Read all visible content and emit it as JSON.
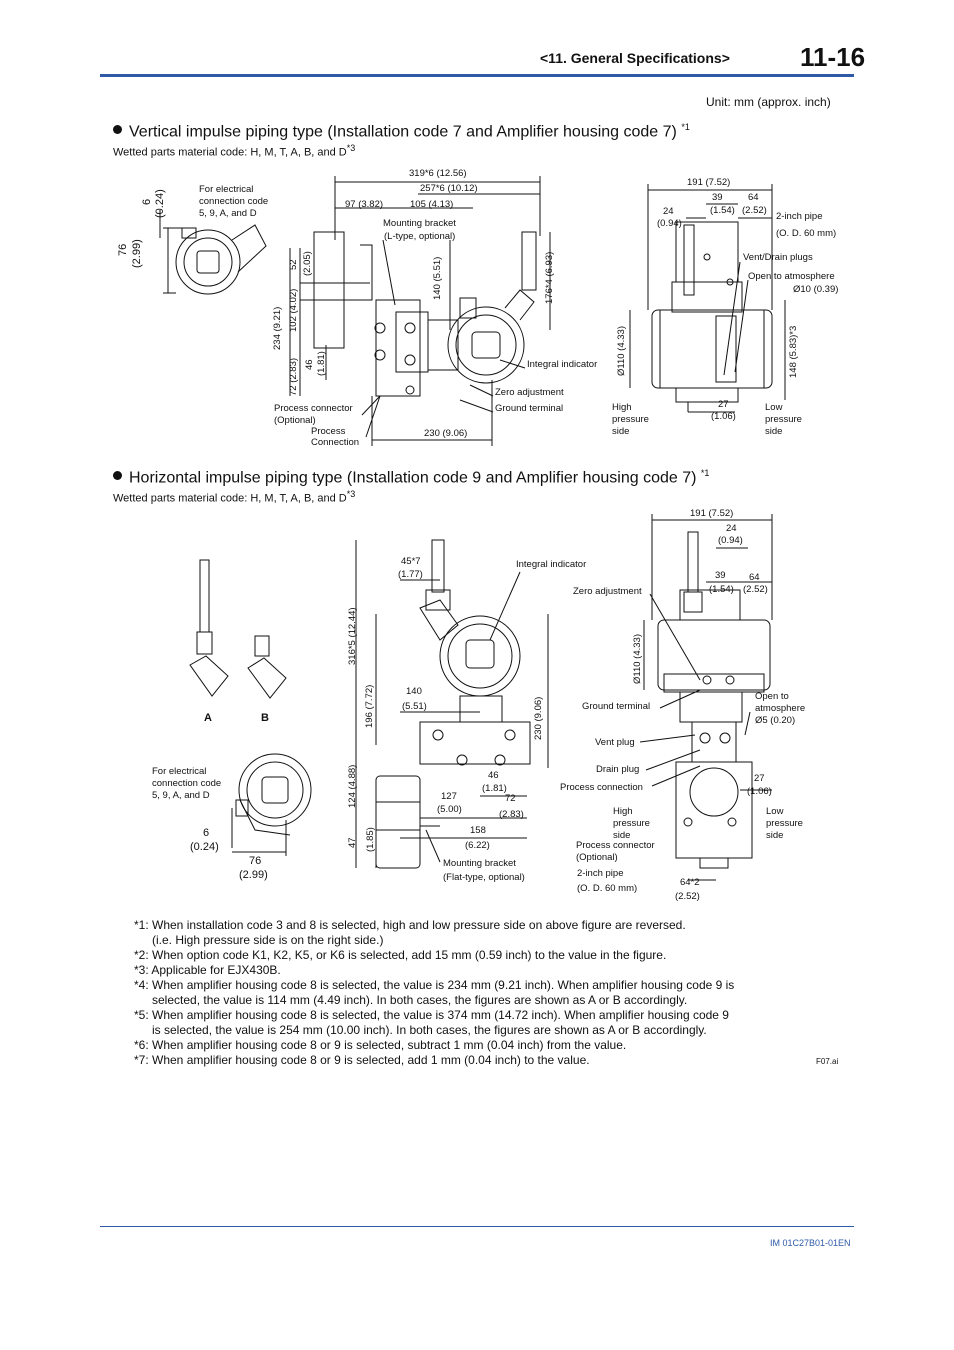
{
  "header": {
    "section_title": "<11.  General Specifications>",
    "page_number": "11-16"
  },
  "unit_note": "Unit: mm (approx. inch)",
  "section1": {
    "title": "Vertical impulse piping type (Installation code 7 and Amplifier housing code 7)",
    "title_ref": "*1",
    "subtitle": "Wetted parts material code: H, M, T, A, B, and D",
    "subtitle_ref": "*3",
    "labels": {
      "d319": "319*6 (12.56)",
      "d257": "257*6 (10.12)",
      "d97": "97 (3.82)",
      "d105": "105 (4.13)",
      "bracket": "Mounting bracket",
      "bracket_type": "(L-type, optional)",
      "elec1": "For electrical",
      "elec2": "connection code",
      "elec3": "5, 9, A, and D",
      "d6": "6",
      "d6in": "(0.24)",
      "d76": "76",
      "d76in": "(2.99)",
      "d52": "52",
      "d52in": "(2.05)",
      "d234": "234 (9.21)",
      "d102": "102 (4.02)",
      "d46": "46",
      "d46in": "(1.81)",
      "d72": "72 (2.83)",
      "d140": "140 (5.51)",
      "d176": "176*4 (6.93)",
      "integral_indicator": "Integral indicator",
      "zero_adjustment": "Zero adjustment",
      "ground_terminal": "Ground terminal",
      "process_connector": "Process connector",
      "optional": "(Optional)",
      "process_connection1": "Process",
      "process_connection2": "Connection",
      "d230": "230 (9.06)",
      "d191": "191 (7.52)",
      "d39": "39",
      "d39in": "(1.54)",
      "d24": "24",
      "d24in": "(0.94)",
      "d64": "64",
      "d64in": "(2.52)",
      "pipe": "2-inch pipe",
      "pipe_od": "(O. D. 60 mm)",
      "vent_drain": "Vent/Drain plugs",
      "open_atm": "Open to atmosphere",
      "d10": "Ø10 (0.39)",
      "d110": "Ø110 (4.33)",
      "d148": "148 (5.83)*3",
      "high1": "High",
      "high2": "pressure",
      "high3": "side",
      "d27": "27",
      "d27in": "(1.06)",
      "low1": "Low",
      "low2": "pressure",
      "low3": "side"
    }
  },
  "section2": {
    "title": "Horizontal impulse piping type (Installation code 9 and Amplifier housing code 7)",
    "title_ref": "*1",
    "subtitle": "Wetted parts material code: H, M, T, A, B, and D",
    "subtitle_ref": "*3",
    "labels": {
      "a": "A",
      "b": "B",
      "elec1": "For electrical",
      "elec2": "connection code",
      "elec3": "5, 9, A, and D",
      "d6": "6",
      "d6in": "(0.24)",
      "d76": "76",
      "d76in": "(2.99)",
      "d45": "45*7",
      "d45in": "(1.77)",
      "d316": "316*5 (12.44)",
      "d196": "196 (7.72)",
      "d124": "124 (4.88)",
      "d47": "47",
      "d47in": "(1.85)",
      "d140": "140",
      "d140in": "(5.51)",
      "d230": "230 (9.06)",
      "d46": "46",
      "d46in": "(1.81)",
      "d127": "127",
      "d127in": "(5.00)",
      "d72": "72",
      "d72in": "(2.83)",
      "d158": "158",
      "d158in": "(6.22)",
      "bracket": "Mounting bracket",
      "bracket_type": "(Flat-type, optional)",
      "integral_indicator": "Integral indicator",
      "zero_adjustment": "Zero adjustment",
      "d191": "191 (7.52)",
      "d24": "24",
      "d24in": "(0.94)",
      "d39": "39",
      "d39in": "(1.54)",
      "d64": "64",
      "d64in": "(2.52)",
      "d110": "Ø110 (4.33)",
      "ground_terminal": "Ground terminal",
      "open1": "Open to",
      "open2": "atmosphere",
      "d5": "Ø5 (0.20)",
      "vent_plug": "Vent plug",
      "drain_plug": "Drain plug",
      "process_connection": "Process connection",
      "d27": "27",
      "d27in": "(1.06)",
      "high1": "High",
      "high2": "pressure",
      "high3": "side",
      "low1": "Low",
      "low2": "pressure",
      "low3": "side",
      "process_connector": "Process connector",
      "optional": "(Optional)",
      "pipe": "2-inch pipe",
      "pipe_od": "(O. D. 60 mm)",
      "d64b": "64*2",
      "d64bin": "(2.52)"
    }
  },
  "notes": [
    {
      "text": "*1: When installation code 3 and 8 is selected, high and low pressure side on above figure are reversed.",
      "cont": "(i.e. High pressure side is on the right side.)"
    },
    {
      "text": "*2: When option code K1, K2, K5, or K6 is selected, add 15 mm (0.59 inch) to the value in the figure.",
      "cont": ""
    },
    {
      "text": "*3: Applicable for EJX430B.",
      "cont": ""
    },
    {
      "text": "*4: When amplifier housing code 8 is selected, the value is 234 mm (9.21 inch).  When amplifier housing code 9 is",
      "cont": "selected, the value is 114 mm (4.49 inch).  In both cases, the figures are shown as A or B accordingly."
    },
    {
      "text": "*5: When amplifier housing code 8 is selected, the value is 374 mm (14.72 inch).  When amplifier housing code 9",
      "cont": "is selected, the value is 254 mm (10.00 inch).  In both cases, the figures are shown as A or B accordingly."
    },
    {
      "text": "*6: When amplifier housing code 8 or 9 is selected, subtract 1 mm (0.04 inch) from the value.",
      "cont": ""
    },
    {
      "text": "*7: When amplifier housing code 8 or 9 is selected, add 1 mm (0.04 inch) to the value.",
      "cont": ""
    }
  ],
  "figure_id": "F07.ai",
  "footer_id": "IM 01C27B01-01EN"
}
